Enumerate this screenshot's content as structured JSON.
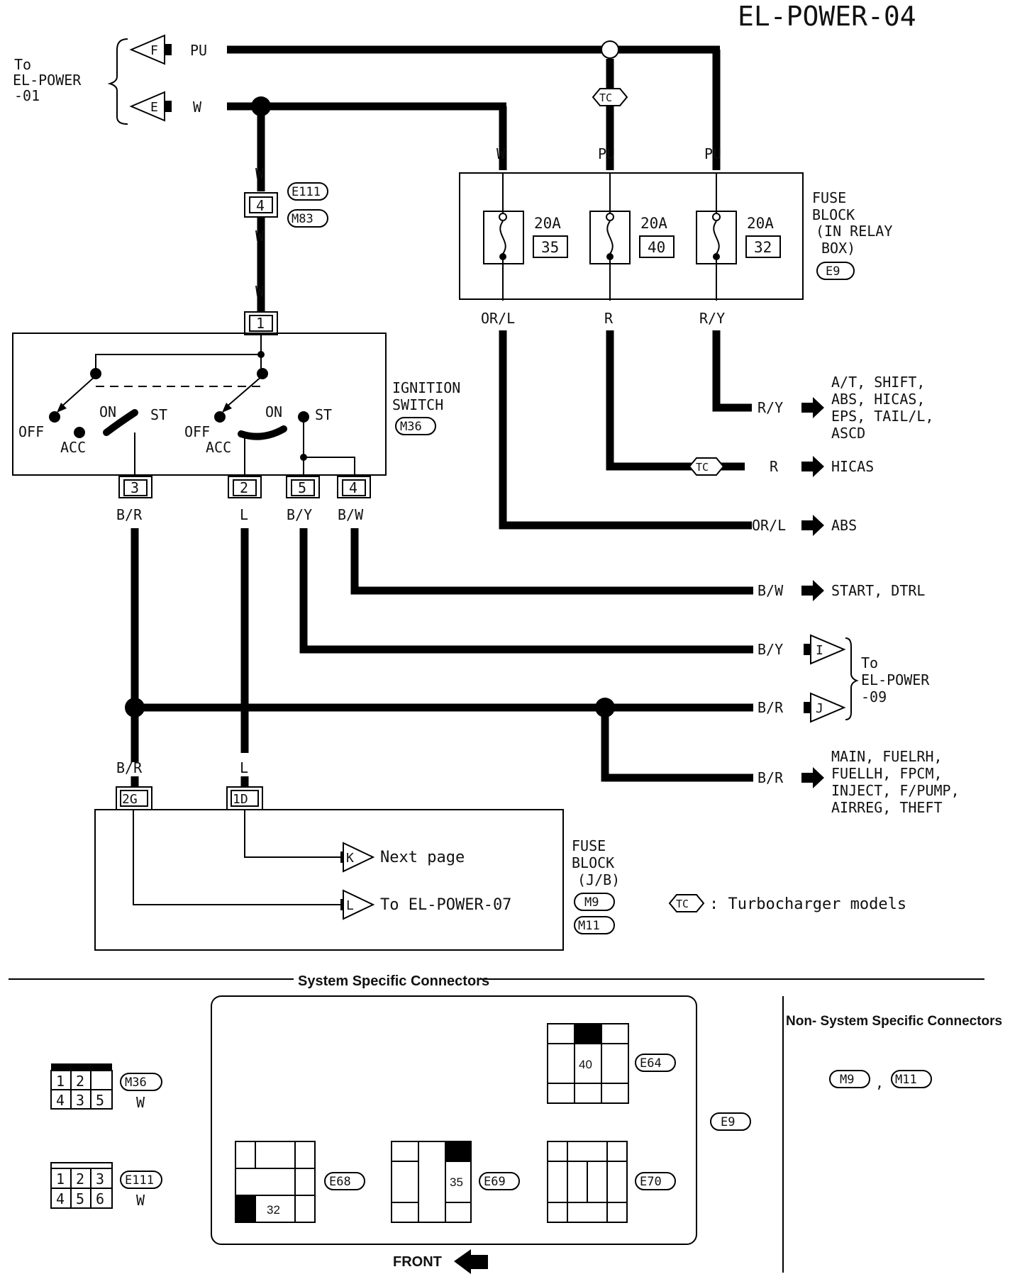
{
  "title": "EL-POWER-04",
  "to_el_power_01": [
    "To",
    "EL-POWER",
    "-01"
  ],
  "inputs": [
    {
      "tag": "F",
      "wire": "PU"
    },
    {
      "tag": "E",
      "wire": "W"
    }
  ],
  "tc_tag": "TC",
  "fuse_block_relay": {
    "label": [
      "FUSE",
      "BLOCK",
      "(IN RELAY",
      "BOX)"
    ],
    "connector": "E9",
    "top_wires": [
      "W",
      "PU",
      "PU"
    ],
    "fuses": [
      {
        "amp": "20A",
        "num": "35"
      },
      {
        "amp": "20A",
        "num": "40"
      },
      {
        "amp": "20A",
        "num": "32"
      }
    ],
    "bottom_wires": [
      "OR/L",
      "R",
      "R/Y"
    ]
  },
  "joint": {
    "top": "E111",
    "bottom": "M83",
    "pin": "4",
    "wire_top": "W",
    "wire_mid": "W",
    "wire_bottom": "W"
  },
  "ignition_switch": {
    "label": [
      "IGNITION",
      "SWITCH"
    ],
    "connector": "M36",
    "top_pin": "1",
    "positions": [
      "OFF",
      "ACC",
      "ON",
      "ST"
    ],
    "pins": [
      "3",
      "2",
      "5",
      "4"
    ],
    "pin_wires": [
      "B/R",
      "L",
      "B/Y",
      "B/W"
    ]
  },
  "outputs": [
    {
      "wire": "R/Y",
      "dest": [
        "A/T, SHIFT,",
        "ABS, HICAS,",
        "EPS, TAIL/L,",
        "ASCD"
      ]
    },
    {
      "wire": "R",
      "dest": [
        "HICAS"
      ]
    },
    {
      "wire": "OR/L",
      "dest": [
        "ABS"
      ]
    },
    {
      "wire": "B/W",
      "dest": [
        "START, DTRL"
      ]
    },
    {
      "wire": "B/Y",
      "tag": "I"
    },
    {
      "wire": "B/R",
      "tag": "J"
    },
    {
      "wire": "B/R",
      "dest": [
        "MAIN, FUELRH,",
        "FUELLH, FPCM,",
        "INJECT, F/PUMP,",
        "AIRREG, THEFT"
      ]
    }
  ],
  "to_el_power_09": [
    "To",
    "EL-POWER",
    "-09"
  ],
  "fuse_block_jb": {
    "label": [
      "FUSE",
      "BLOCK",
      "(J/B)"
    ],
    "connectors": [
      "M9",
      "M11"
    ],
    "pins": [
      "2G",
      "1D"
    ],
    "wires": [
      "B/R",
      "L"
    ],
    "outputs": [
      {
        "tag": "K",
        "text": "Next page"
      },
      {
        "tag": "L",
        "text": "To EL-POWER-07"
      }
    ]
  },
  "tc_note": ":  Turbocharger models",
  "connectors_section": {
    "system_title": "System Specific Connectors",
    "non_system_title": "Non- System Specific Connectors",
    "m36": {
      "name": "M36",
      "color": "W",
      "pins": [
        "1",
        "2",
        "4",
        "3",
        "5"
      ]
    },
    "e111": {
      "name": "E111",
      "color": "W",
      "pins": [
        "1",
        "2",
        "3",
        "4",
        "5",
        "6"
      ]
    },
    "e64": {
      "name": "E64",
      "num": "40"
    },
    "e68": {
      "name": "E68",
      "num": "32"
    },
    "e69": {
      "name": "E69",
      "num": "35"
    },
    "e70": {
      "name": "E70"
    },
    "e9": "E9",
    "non_system": [
      "M9",
      "M11"
    ],
    "sep": ",",
    "front": "FRONT"
  }
}
